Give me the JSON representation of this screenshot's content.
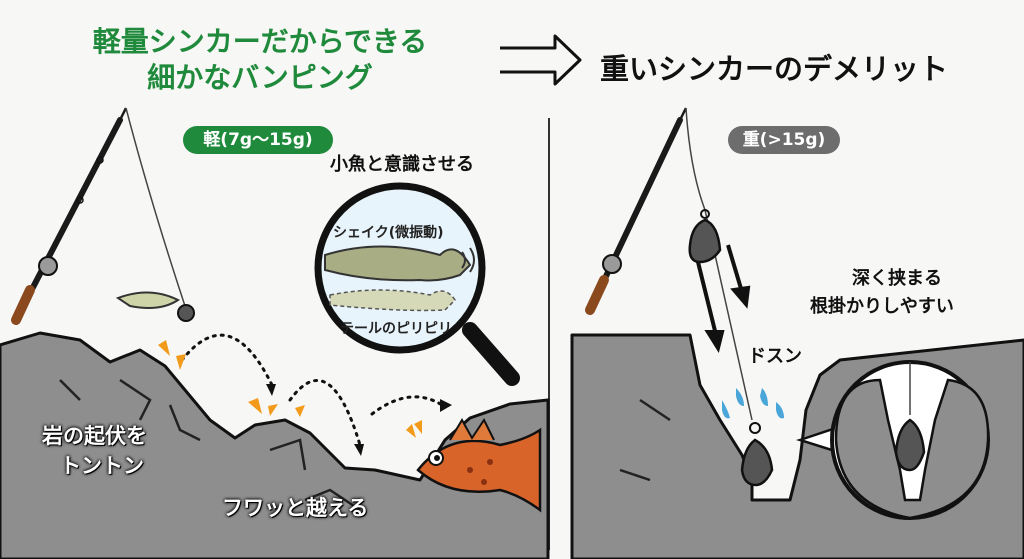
{
  "left": {
    "title_line1": "軽量シンカーだからできる",
    "title_line2": "細かなバンピング",
    "badge": "軽(7g〜15g)",
    "callout": "小魚と意識させる",
    "lens_label_top": "シェイク(微振動)",
    "lens_label_bottom": "テールのピリピリ",
    "rock_label_line1": "岩の起伏を",
    "rock_label_line2": "トントン",
    "hop_label": "フワッと越える"
  },
  "right": {
    "title": "重いシンカーのデメリット",
    "badge": "重(>15g)",
    "impact_label": "ドスン",
    "note_line1": "深く挟まる",
    "note_line2": "根掛かりしやすい"
  },
  "colors": {
    "green": "#1f8a3b",
    "gray_badge": "#6d6d6d",
    "rock": "#8e8e8e",
    "orange": "#f29a1a",
    "fish": "#d8642a",
    "water": "#4aa6d8"
  }
}
